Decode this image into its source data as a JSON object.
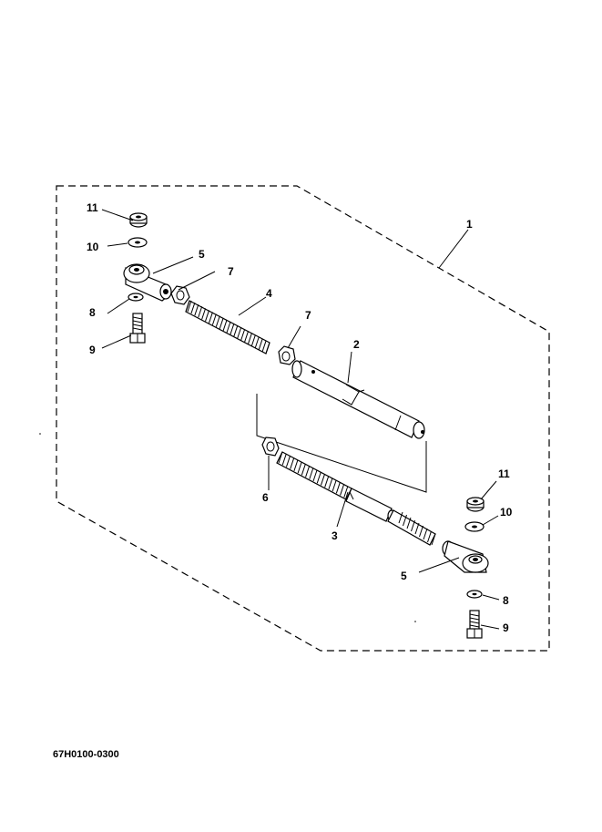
{
  "diagram": {
    "drawing_code": "67H0100-0300",
    "callouts": [
      "1",
      "2",
      "3",
      "4",
      "5",
      "5",
      "6",
      "7",
      "7",
      "8",
      "8",
      "9",
      "9",
      "10",
      "10",
      "11",
      "11"
    ]
  }
}
